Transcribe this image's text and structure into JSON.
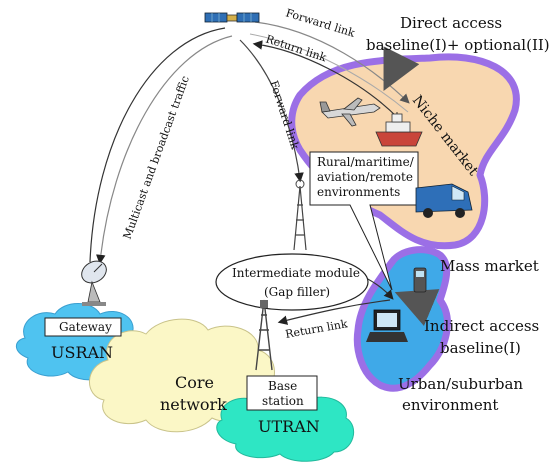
{
  "labels": {
    "forward_link_top": "Forward link",
    "return_link_top": "Return link",
    "forward_link_vertical": "Forward link",
    "multicast_traffic": "Multicast and broadcast traffic",
    "return_link_bottom": "Return link",
    "direct_access_line1": "Direct access",
    "direct_access_line2": "baseline(I)+ optional(II)",
    "niche_market": "Niche market",
    "rural_line1": "Rural/maritime/",
    "rural_line2": "aviation/remote",
    "rural_line3": "environments",
    "mass_market": "Mass market",
    "intermediate_line1": "Intermediate module",
    "intermediate_line2": "(Gap filler)",
    "indirect_line1": "Indirect access",
    "indirect_line2": "baseline(I)",
    "urban_line1": "Urban/suburban",
    "urban_line2": "environment",
    "gateway": "Gateway",
    "usran": "USRAN",
    "core_line1": "Core",
    "core_line2": "network",
    "base_line1": "Base",
    "base_line2": "station",
    "utran": "UTRAN"
  },
  "colors": {
    "niche_fill": "#f8d7b0",
    "niche_outline": "#9b6fe6",
    "urban_fill": "#3fa9e8",
    "urban_outline": "#9b6fe6",
    "usran_cloud": "#4fc3f0",
    "core_cloud": "#fbf7c6",
    "utran_cloud": "#2ee6c4"
  },
  "icons": [
    "satellite-icon",
    "airplane-icon",
    "ship-icon",
    "van-icon",
    "tower-icon",
    "dish-icon",
    "base-station-icon",
    "phone-icon",
    "laptop-icon"
  ]
}
